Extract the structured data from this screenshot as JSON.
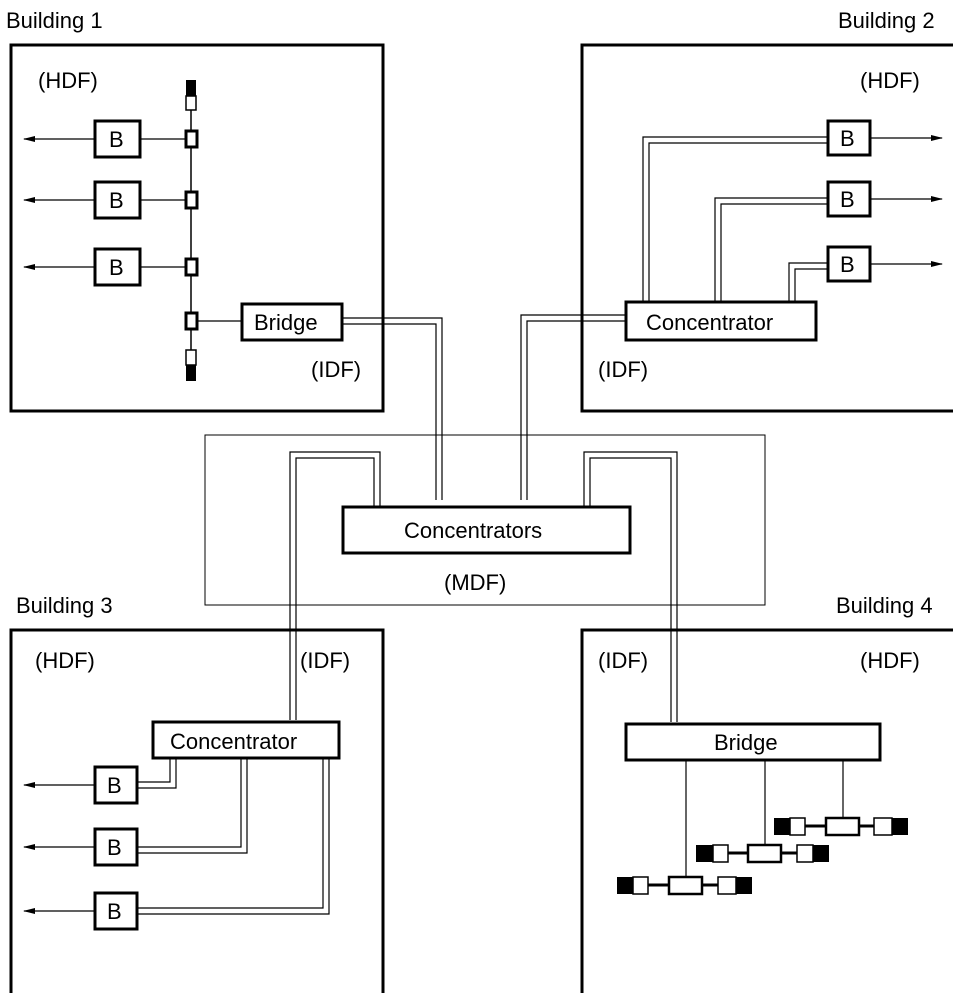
{
  "buildings": [
    {
      "title": "Building 1",
      "labels": {
        "hdf": "(HDF)",
        "idf": "(IDF)"
      },
      "bridge": "Bridge",
      "b_labels": [
        "B",
        "B",
        "B"
      ]
    },
    {
      "title": "Building 2",
      "labels": {
        "hdf": "(HDF)",
        "idf": "(IDF)"
      },
      "concentrator": "Concentrator",
      "b_labels": [
        "B",
        "B",
        "B"
      ]
    },
    {
      "title": "Building 3",
      "labels": {
        "hdf": "(HDF)",
        "idf": "(IDF)"
      },
      "concentrator": "Concentrator",
      "b_labels": [
        "B",
        "B",
        "B"
      ]
    },
    {
      "title": "Building 4",
      "labels": {
        "hdf": "(HDF)",
        "idf": "(IDF)"
      },
      "bridge": "Bridge"
    }
  ],
  "mdf": {
    "label": "(MDF)",
    "concentrators": "Concentrators"
  }
}
